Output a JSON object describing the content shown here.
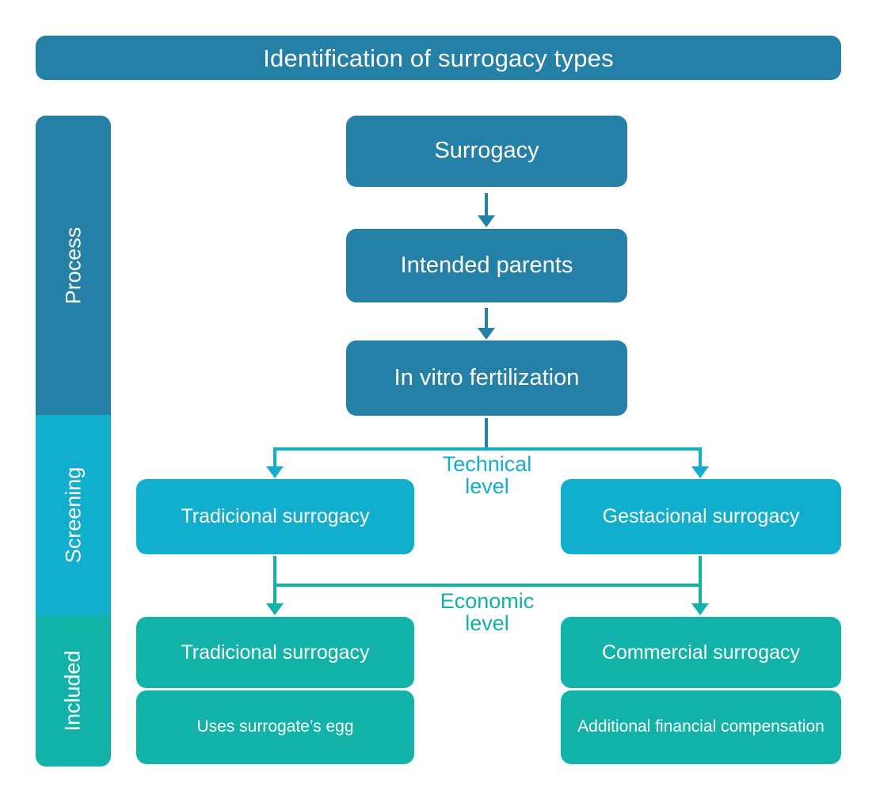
{
  "header": {
    "title": "Identification of surrogacy types"
  },
  "colors": {
    "process": "#2580a8",
    "screening": "#12aecd",
    "included": "#12b2a8",
    "node_text": "#ffffff",
    "background": "#ffffff"
  },
  "sidebar": {
    "items": [
      {
        "label": "Process",
        "color": "#2580a8"
      },
      {
        "label": "Screening",
        "color": "#12aecd"
      },
      {
        "label": "Included",
        "color": "#12b2a8"
      }
    ]
  },
  "flow": {
    "process_nodes": [
      {
        "label": "Surrogacy"
      },
      {
        "label": "Intended parents"
      },
      {
        "label": "In vitro fertilization"
      }
    ],
    "branch_labels": [
      {
        "line1": "Technical",
        "line2": "level",
        "color": "#12aecd"
      },
      {
        "line1": "Economic",
        "line2": "level",
        "color": "#12b2a8"
      }
    ],
    "screening_nodes": [
      {
        "label": "Tradicional surrogacy"
      },
      {
        "label": "Gestacional surrogacy"
      }
    ],
    "included_nodes": [
      {
        "label": "Tradicional surrogacy",
        "detail": "Uses surrogate’s egg"
      },
      {
        "label": "Commercial surrogacy",
        "detail": "Additional financial compensation"
      }
    ]
  }
}
